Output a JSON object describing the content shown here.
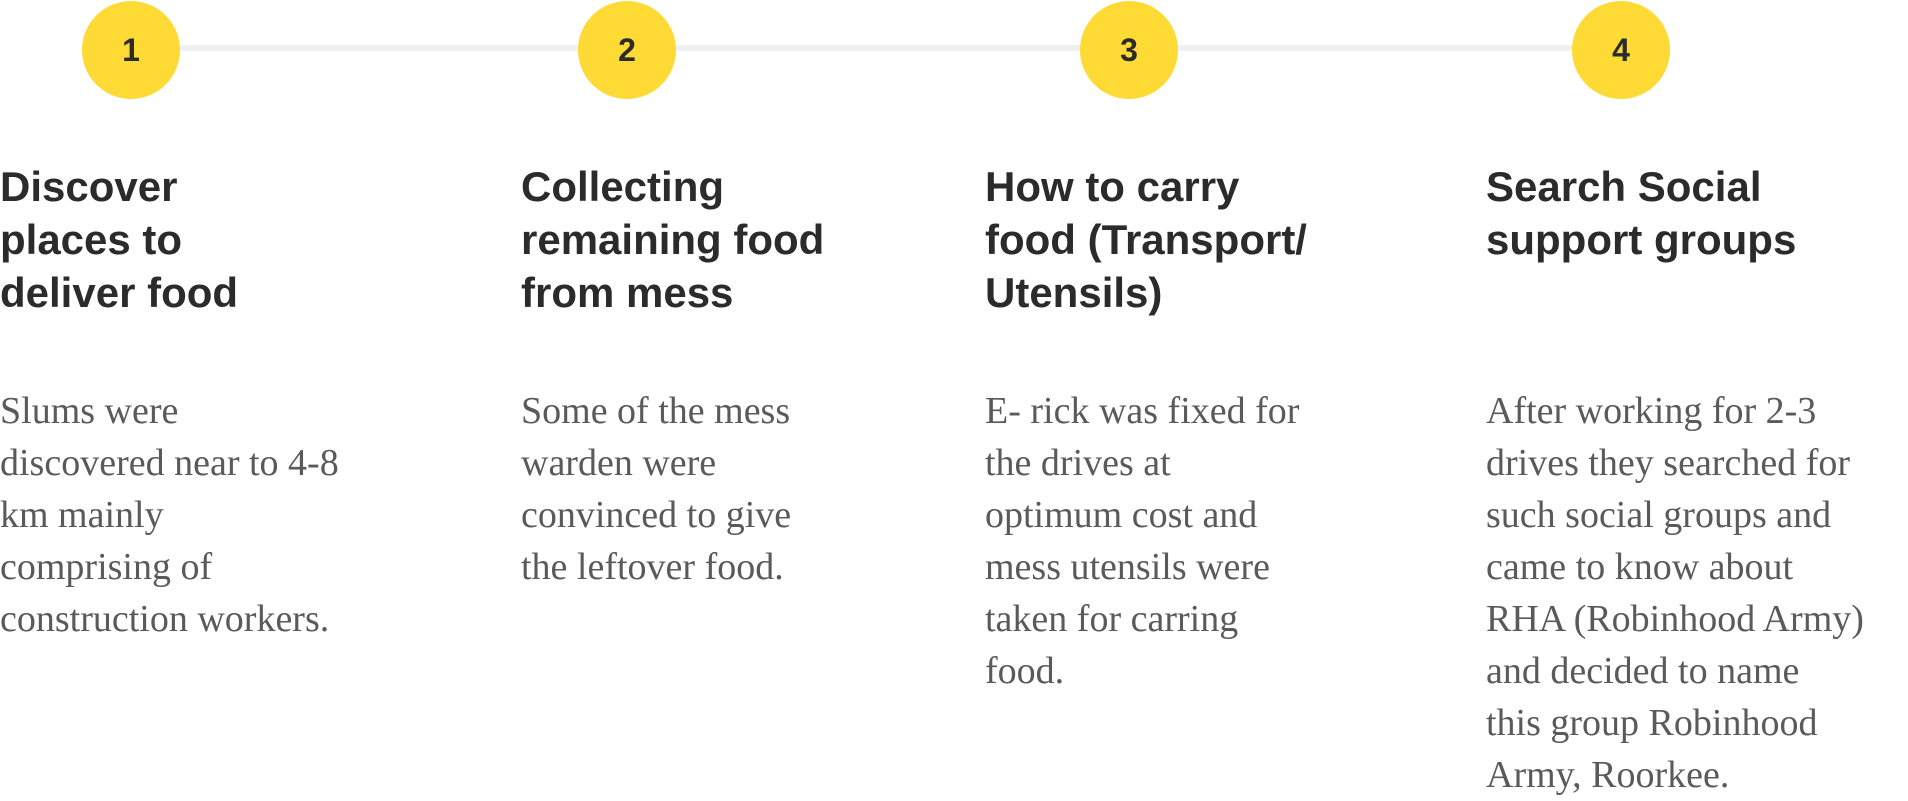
{
  "steps": [
    {
      "number": "1",
      "title": [
        "Discover",
        "places to",
        "deliver food"
      ],
      "description": [
        "Slums were",
        "discovered near to 4-8",
        "km mainly",
        "comprising of",
        "construction workers."
      ]
    },
    {
      "number": "2",
      "title": [
        "Collecting",
        "remaining food",
        "from mess"
      ],
      "description": [
        "Some of the mess",
        "warden were",
        "convinced to give",
        "the leftover food."
      ]
    },
    {
      "number": "3",
      "title": [
        "How to carry",
        "food (Transport/",
        "Utensils)"
      ],
      "description": [
        "E- rick was fixed for",
        "the drives at",
        "optimum cost and",
        "mess utensils were",
        "taken for carring",
        "food."
      ]
    },
    {
      "number": "4",
      "title": [
        "Search Social",
        "support groups"
      ],
      "description": [
        "After working for 2-3",
        "drives they searched for",
        "such social groups and",
        "came to know about",
        "RHA (Robinhood Army)",
        "and decided to name",
        "this group Robinhood",
        "Army, Roorkee."
      ]
    }
  ],
  "colors": {
    "badge": "#fddb34",
    "track": "#f0f0f0",
    "title": "#2b2b2b",
    "description": "#5a5a5a"
  }
}
